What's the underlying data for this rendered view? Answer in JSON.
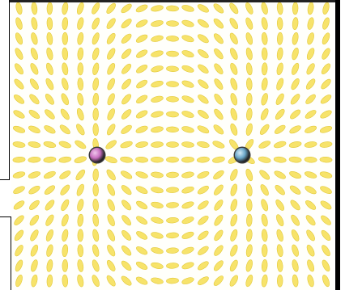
{
  "scene": {
    "field_color": "#f7e36a",
    "field_stroke": "#e2c93a",
    "background": "#fffffb"
  },
  "charges": [
    {
      "name": "positive-charge",
      "color": "#c86fc0",
      "highlight": "#f0c8ec",
      "position": "left"
    },
    {
      "name": "negative-charge",
      "color": "#6aa6c8",
      "highlight": "#d6ecf7",
      "position": "right"
    }
  ],
  "grid": {
    "cols": 21,
    "rows": 19
  }
}
